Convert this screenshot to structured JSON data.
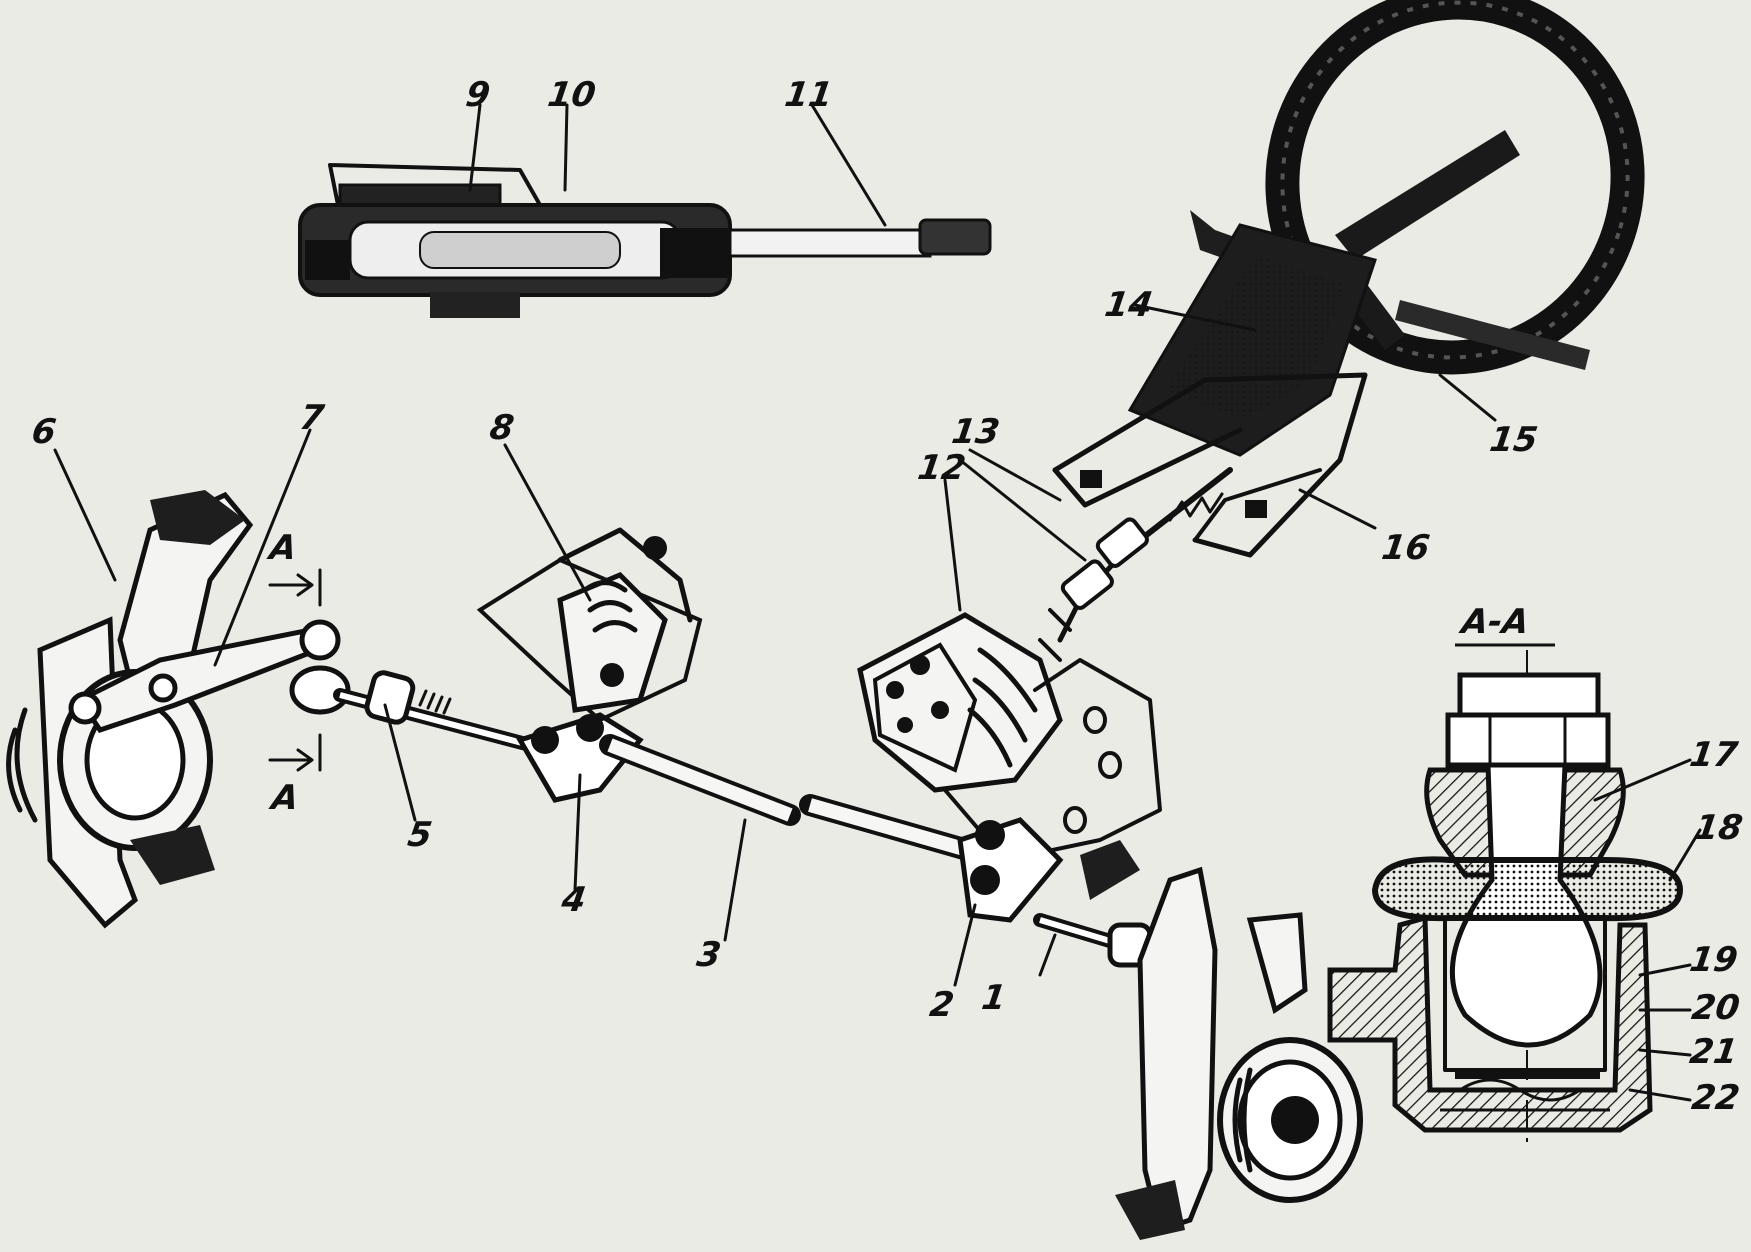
{
  "part_labels": [
    "1",
    "2",
    "3",
    "4",
    "5",
    "6",
    "7",
    "8",
    "9",
    "10",
    "11",
    "12",
    "13",
    "14",
    "15",
    "16",
    "17",
    "18",
    "19",
    "20",
    "21",
    "22"
  ],
  "section": {
    "title": "А-А",
    "mark_letter": "А"
  }
}
